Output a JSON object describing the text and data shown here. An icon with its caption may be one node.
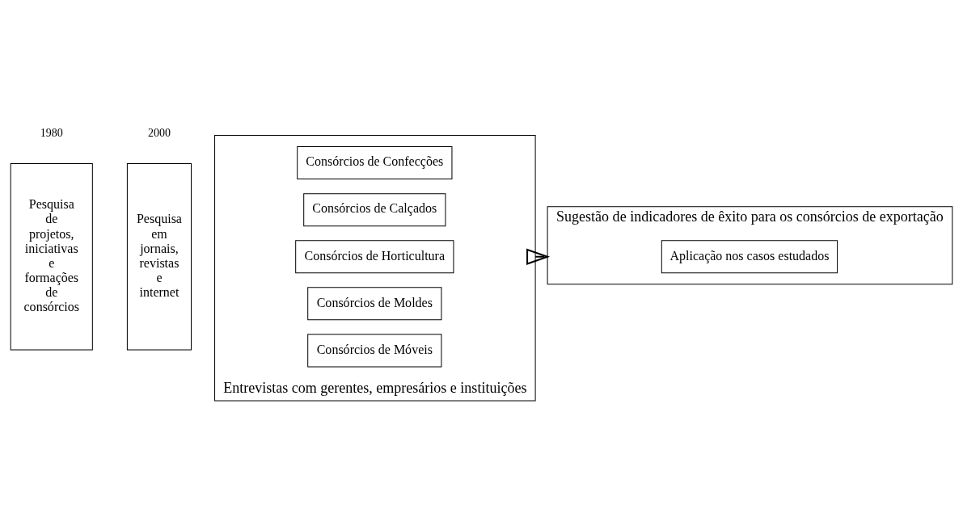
{
  "diagram": {
    "nodes": [
      {
        "text": [
          "Pesquisa de projetos, iniciativas e formações de consórcios"
        ]
      },
      {
        "text": [
          "Pesquisa em jornais, revistas e internet"
        ]
      },
      {
        "text": [
          "Entrevistas com gerentes, empresários e instituições"
        ]
      },
      {
        "text": [
          "Consórcios de Confecções"
        ],
        "in": 2
      },
      {
        "text": [
          "Consórcios de Calçados"
        ],
        "in": 2
      },
      {
        "text": [
          "Consórcios de Horticultura"
        ],
        "in": 2
      },
      {
        "text": [
          "Consórcios de Moldes"
        ],
        "in": 2
      },
      {
        "text": [
          "Consórcios de Móveis"
        ],
        "in": 2
      },
      {
        "text": [
          "Sugestão de indicadores de êxito para os consórcios de exportação"
        ]
      },
      {
        "text": [
          "Aplicação nos casos estudados"
        ],
        "in": 8
      }
    ],
    "edges": [
      {
        "from": 2,
        "to": 8,
        "arrow": "to"
      }
    ],
    "labels": [
      "1980",
      "2000"
    ]
  }
}
